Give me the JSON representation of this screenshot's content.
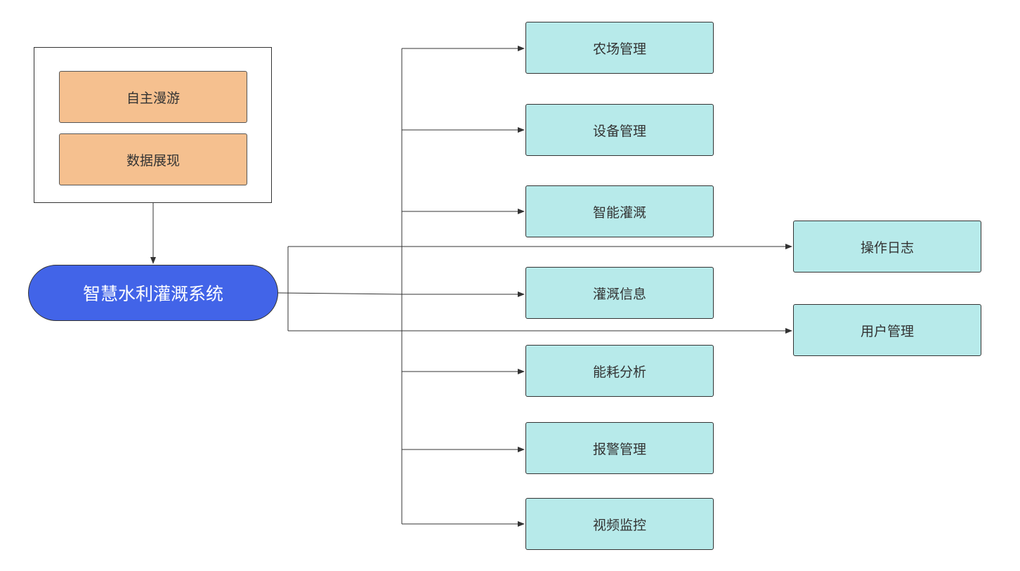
{
  "diagram": {
    "root": "智慧水利灌溉系统",
    "frontend_modules": [
      "自主漫游",
      "数据展现"
    ],
    "main_modules": [
      "农场管理",
      "设备管理",
      "智能灌溉",
      "灌溉信息",
      "能耗分析",
      "报警管理",
      "视频监控"
    ],
    "side_modules": [
      "操作日志",
      "用户管理"
    ]
  },
  "colors": {
    "root_fill": "#4264e8",
    "frontend_fill": "#f5c08f",
    "module_fill": "#b7eaea",
    "line": "#333333"
  }
}
